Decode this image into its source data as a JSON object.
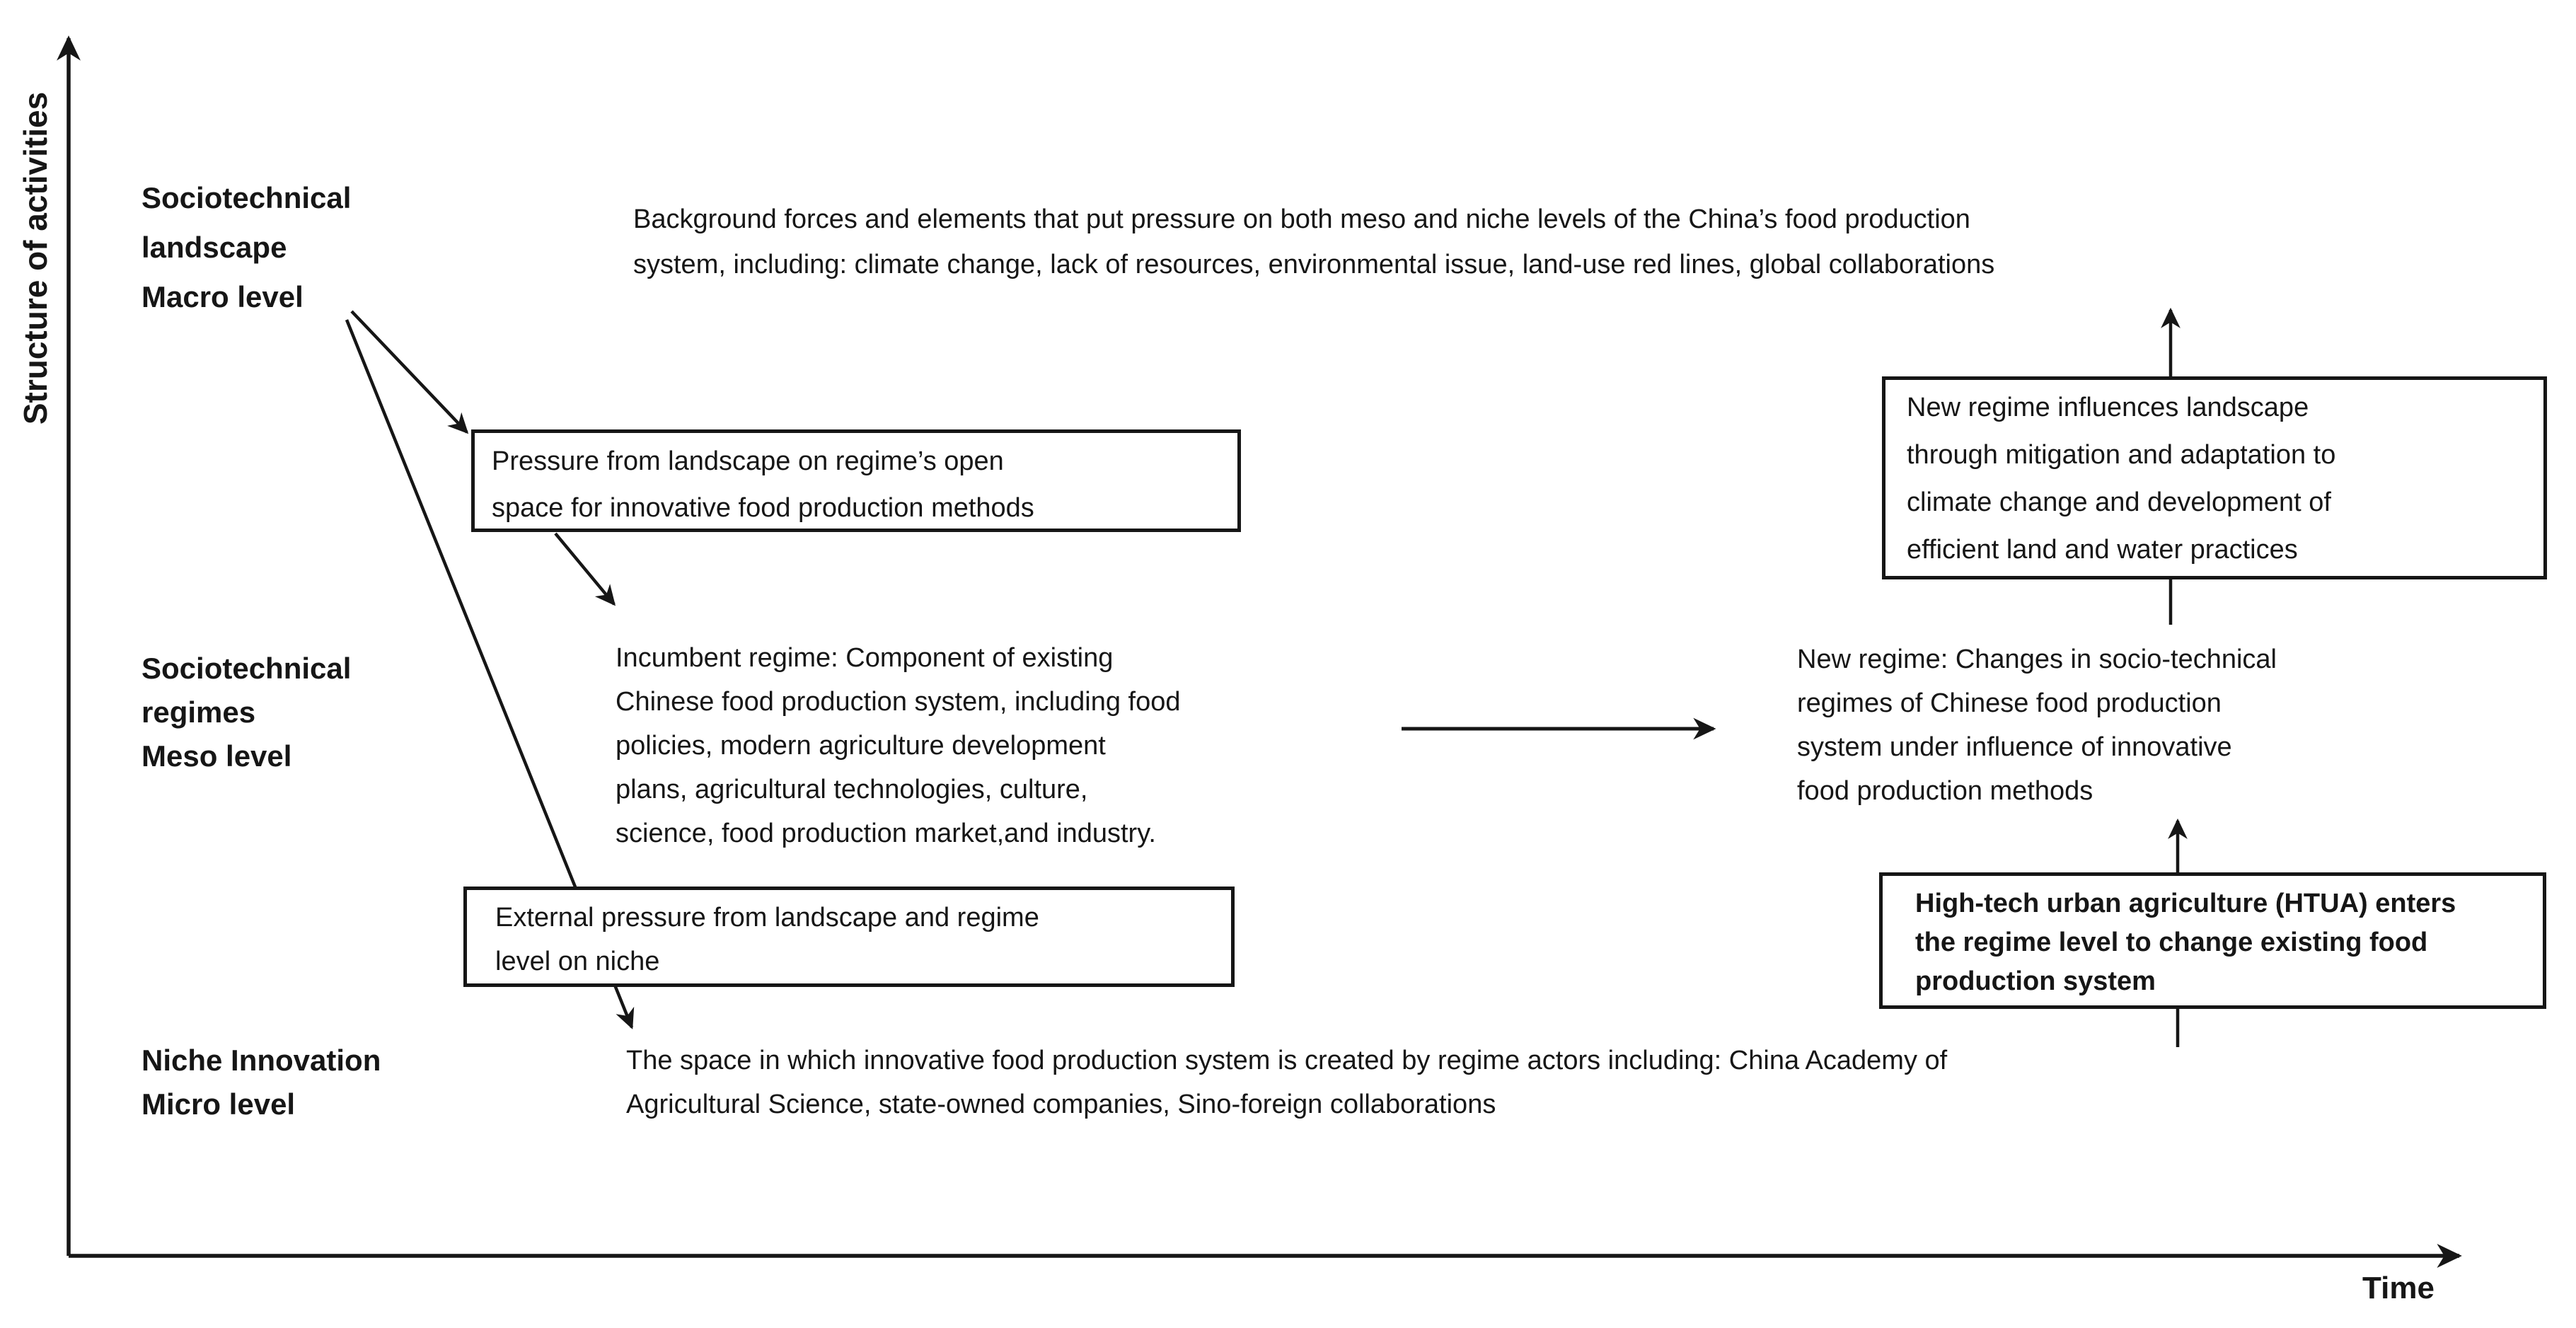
{
  "colors": {
    "ink": "#161616",
    "paper": "#ffffff"
  },
  "axes": {
    "y_label": "Structure of activities",
    "x_label": "Time"
  },
  "levels": {
    "macro": {
      "lines": [
        "Sociotechnical",
        "landscape",
        "Macro level"
      ]
    },
    "meso": {
      "lines": [
        "Sociotechnical",
        "regimes",
        "Meso level"
      ]
    },
    "micro": {
      "lines": [
        "Niche Innovation",
        "Micro level"
      ]
    }
  },
  "paragraphs": {
    "landscape_background": {
      "lines": [
        "Background forces and elements that put pressure on both meso and niche levels of the China’s food production",
        "system, including: climate change, lack of resources, environmental issue, land-use red lines, global collaborations"
      ]
    },
    "incumbent_regime": {
      "lines": [
        "Incumbent regime: Component of existing",
        "Chinese food production system, including food",
        "policies, modern agriculture development",
        "plans, agricultural technologies, culture,",
        "science, food production market,and industry."
      ]
    },
    "new_regime": {
      "lines": [
        "New regime: Changes in socio-technical",
        "regimes of Chinese food production",
        "system under influence of innovative",
        "food production methods"
      ]
    },
    "niche_space": {
      "lines": [
        "The space in which innovative food production system is created by regime actors including: China Academy of",
        "Agricultural Science, state-owned companies, Sino-foreign collaborations"
      ]
    }
  },
  "callouts": {
    "pressure_landscape": {
      "lines": [
        "Pressure from landscape on regime’s open",
        "space for innovative food production methods"
      ]
    },
    "external_pressure": {
      "lines": [
        "External pressure from landscape and regime",
        "level on niche"
      ]
    },
    "new_regime_influence": {
      "lines": [
        "New regime influences landscape",
        "through mitigation and adaptation to",
        "climate change and development of",
        "efficient land and water practices"
      ]
    },
    "htua_entry": {
      "lines": [
        "High-tech urban agriculture (HTUA) enters",
        "the regime level to change existing food",
        "production system"
      ]
    }
  }
}
